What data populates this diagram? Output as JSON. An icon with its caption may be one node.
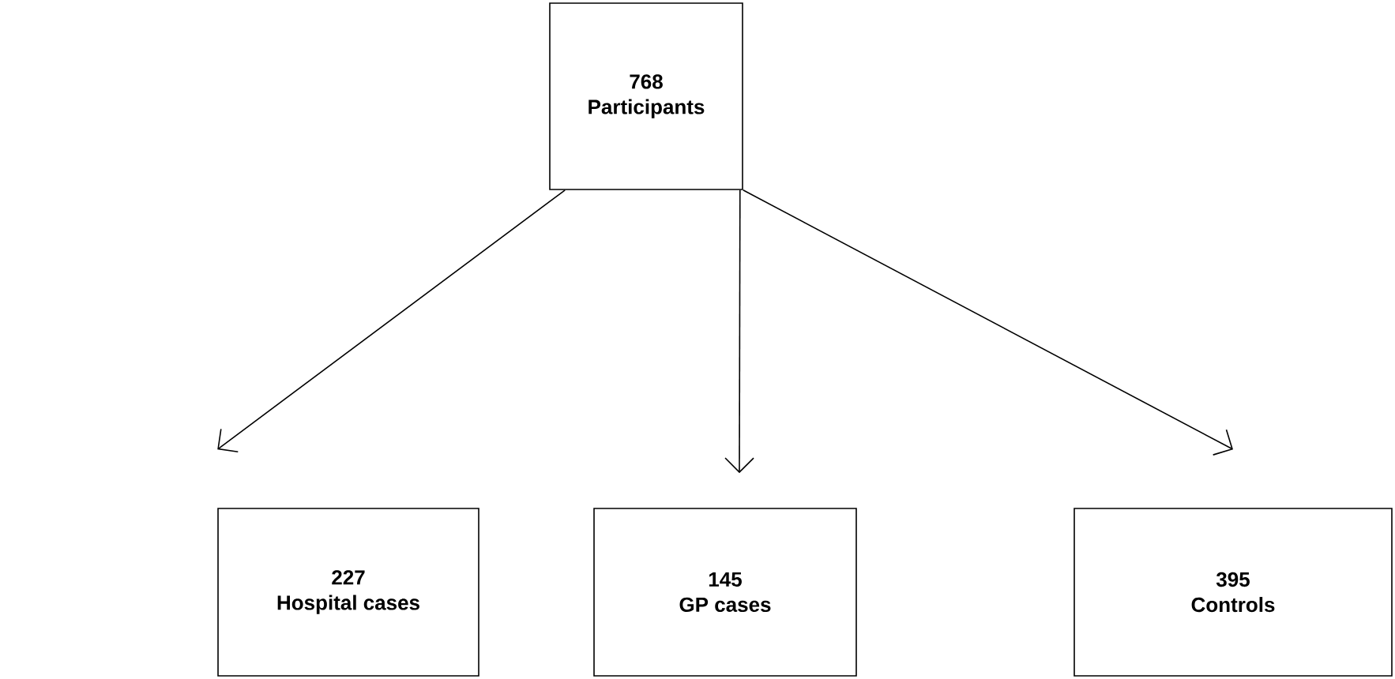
{
  "diagram": {
    "nodes": [
      {
        "text": [
          "768",
          "Participants"
        ]
      },
      {
        "text": [
          "227",
          "Hospital cases"
        ]
      },
      {
        "text": [
          "145",
          "GP cases"
        ]
      },
      {
        "text": [
          "395",
          "Controls"
        ]
      }
    ],
    "edges": [
      {
        "from": 0,
        "to": 1,
        "arrow": "to"
      },
      {
        "from": 0,
        "to": 2,
        "arrow": "to"
      },
      {
        "from": 0,
        "to": 3,
        "arrow": "to"
      }
    ]
  }
}
